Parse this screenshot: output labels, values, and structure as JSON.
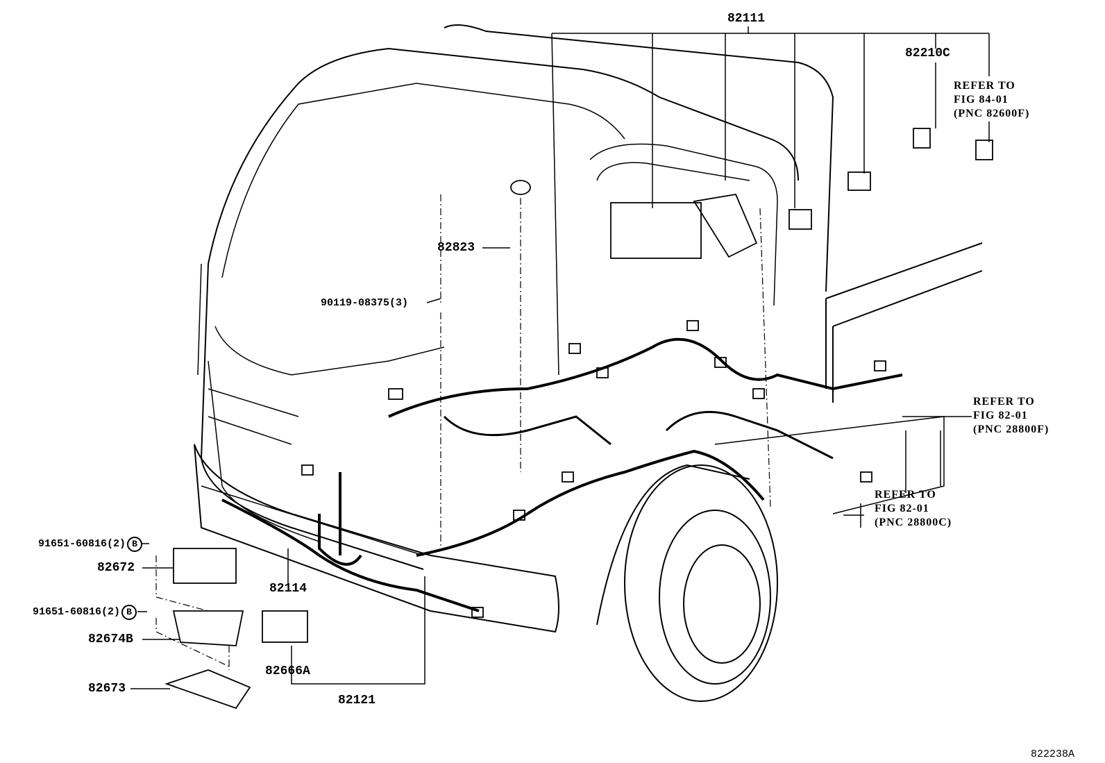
{
  "callouts": {
    "harness_main": "82111",
    "clamp_82210c": "82210C",
    "ref_84": {
      "line1": "REFER TO",
      "line2": "FIG 84-01",
      "line3": "(PNC 82600F)"
    },
    "grommet": "82823",
    "screw": "90119-08375(3)",
    "ref_82_f": {
      "line1": "REFER TO",
      "line2": "FIG 82-01",
      "line3": "(PNC 28800F)"
    },
    "ref_82_c": {
      "line1": "REFER TO",
      "line2": "FIG 82-01",
      "line3": "(PNC 28800C)"
    },
    "bolt_upper": "91651-60816(2)",
    "bolt_lower": "91651-60816(2)",
    "bolt_marker": "B",
    "junction_cover": "82672",
    "junction_block": "82674B",
    "bracket": "82673",
    "harness_front": "82114",
    "relay_block": "82666A",
    "harness_82121": "82121",
    "figure_id": "822238A"
  }
}
